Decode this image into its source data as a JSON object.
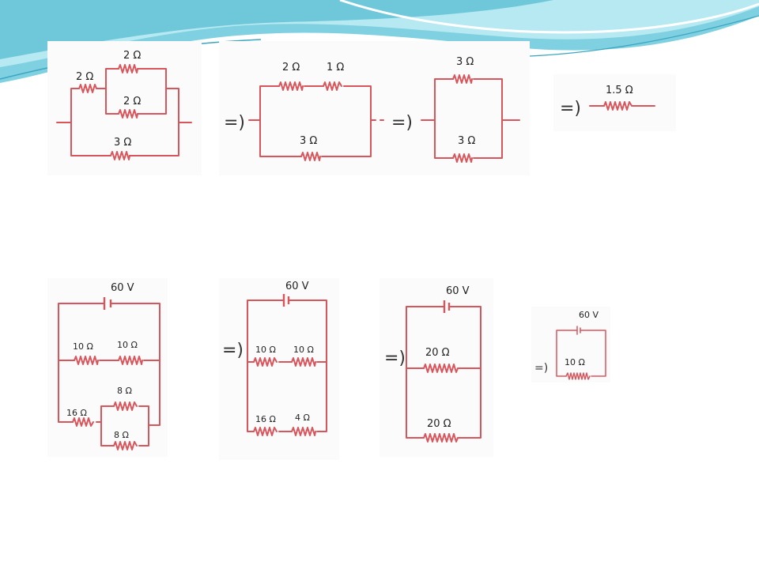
{
  "theme": {
    "wire_color": "#d9555c",
    "wave_color_light": "#a8e6ef",
    "wave_color_dark": "#4fb8cc"
  },
  "arrow": "=)",
  "top_row": {
    "circuit1": {
      "r_series_left": "2 Ω",
      "r_parallel_top": "2 Ω",
      "r_parallel_bottom": "2 Ω",
      "r_bottom": "3 Ω"
    },
    "circuit2": {
      "r_top_a": "2 Ω",
      "r_top_b": "1 Ω",
      "r_bottom": "3 Ω"
    },
    "circuit3": {
      "r_top": "3 Ω",
      "r_bottom": "3 Ω"
    },
    "circuit4": {
      "r_equivalent": "1.5 Ω"
    }
  },
  "bottom_row": {
    "circuit1": {
      "source": "60 V",
      "r_mid_a": "10 Ω",
      "r_mid_b": "10 Ω",
      "r_low_series": "16 Ω",
      "r_par_top": "8 Ω",
      "r_par_bottom": "8 Ω"
    },
    "circuit2": {
      "source": "60 V",
      "r_mid_a": "10 Ω",
      "r_mid_b": "10 Ω",
      "r_low_a": "16 Ω",
      "r_low_b": "4 Ω"
    },
    "circuit3": {
      "source": "60 V",
      "r_mid": "20 Ω",
      "r_low": "20 Ω"
    },
    "circuit4": {
      "source": "60 V",
      "r_equivalent": "10 Ω"
    }
  }
}
